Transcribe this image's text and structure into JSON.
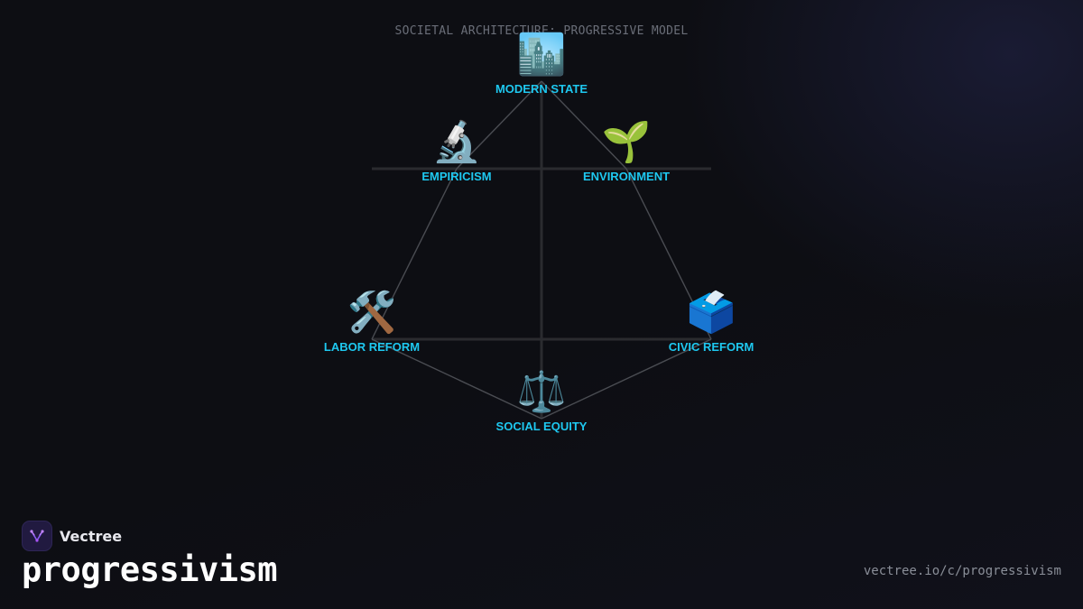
{
  "diagram": {
    "title": "SOCIETAL ARCHITECTURE: PROGRESSIVE MODEL",
    "nodes": [
      {
        "id": "modern-state",
        "label": "MODERN STATE",
        "icon": "🏙️",
        "icon_name": "cityscape-icon"
      },
      {
        "id": "empiricism",
        "label": "EMPIRICISM",
        "icon": "🔬",
        "icon_name": "microscope-icon"
      },
      {
        "id": "environment",
        "label": "ENVIRONMENT",
        "icon": "🌱",
        "icon_name": "seedling-icon"
      },
      {
        "id": "labor-reform",
        "label": "LABOR REFORM",
        "icon": "🛠️",
        "icon_name": "hammer-wrench-icon"
      },
      {
        "id": "civic-reform",
        "label": "CIVIC REFORM",
        "icon": "🗳️",
        "icon_name": "ballot-box-icon"
      },
      {
        "id": "social-equity",
        "label": "SOCIAL EQUITY",
        "icon": "⚖️",
        "icon_name": "balance-scale-icon"
      }
    ],
    "edges": [
      [
        "modern-state",
        "empiricism"
      ],
      [
        "modern-state",
        "environment"
      ],
      [
        "empiricism",
        "labor-reform"
      ],
      [
        "environment",
        "civic-reform"
      ],
      [
        "labor-reform",
        "social-equity"
      ],
      [
        "civic-reform",
        "social-equity"
      ]
    ],
    "colors": {
      "label": "#1ec8f0",
      "edge": "#4a4c52",
      "axis": "#2a2b2f",
      "background": "#0d0e13"
    }
  },
  "branding": {
    "name": "Vectree",
    "logo_icon": "vectree-logo-icon",
    "page_title": "progressivism",
    "url": "vectree.io/c/progressivism"
  }
}
